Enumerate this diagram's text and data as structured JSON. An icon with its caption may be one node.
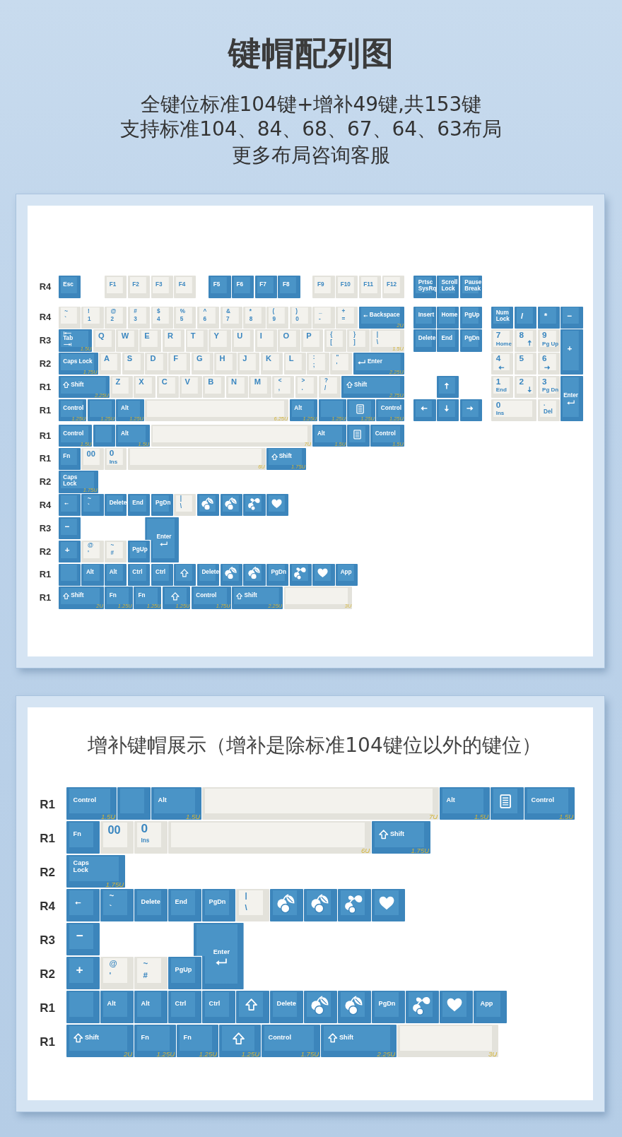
{
  "diagram": {
    "title": "键帽配列图",
    "nodes": [
      {
        "text": [],
        "shape": "box"
      },
      {
        "text": [
          "Esc"
        ],
        "in": 0
      },
      {
        "text": [
          "F1"
        ],
        "in": 0
      },
      {
        "text": [
          "F2"
        ],
        "in": 0
      },
      {
        "text": [
          "F3"
        ],
        "in": 0
      },
      {
        "text": [
          "F4"
        ],
        "in": 0
      },
      {
        "text": [
          "F5"
        ],
        "in": 0
      },
      {
        "text": [
          "F6"
        ],
        "in": 0
      },
      {
        "text": [
          "F7"
        ],
        "in": 0
      },
      {
        "text": [
          "F8"
        ],
        "in": 0
      },
      {
        "text": [
          "F9"
        ],
        "in": 0
      },
      {
        "text": [
          "F10"
        ],
        "in": 0
      },
      {
        "text": [
          "F11"
        ],
        "in": 0
      },
      {
        "text": [
          "F12"
        ],
        "in": 0
      },
      {
        "text": [
          "Prtsc SysRq"
        ],
        "in": 0
      },
      {
        "text": [
          "Scroll Lock"
        ],
        "in": 0
      },
      {
        "text": [
          "Pause Break"
        ],
        "in": 0
      },
      {
        "text": [
          "~",
          "`"
        ],
        "in": 0
      },
      {
        "text": [
          "!",
          "1"
        ],
        "in": 0
      },
      {
        "text": [
          "@",
          "2"
        ],
        "in": 0
      },
      {
        "text": [
          "#",
          "3"
        ],
        "in": 0
      },
      {
        "text": [
          "$",
          "4"
        ],
        "in": 0
      },
      {
        "text": [
          "%",
          "5"
        ],
        "in": 0
      },
      {
        "text": [
          "^",
          "6"
        ],
        "in": 0
      },
      {
        "text": [
          "&",
          "7"
        ],
        "in": 0
      },
      {
        "text": [
          "*",
          "8"
        ],
        "in": 0
      },
      {
        "text": [
          "(",
          "9"
        ],
        "in": 0
      },
      {
        "text": [
          ")",
          "0"
        ],
        "in": 0
      },
      {
        "text": [
          "_",
          "-"
        ],
        "in": 0
      },
      {
        "text": [
          "+",
          "="
        ],
        "in": 0
      },
      {
        "text": [
          "Backspace",
          "2U"
        ],
        "in": 0
      },
      {
        "text": [
          "Insert"
        ],
        "in": 0
      },
      {
        "text": [
          "Home"
        ],
        "in": 0
      },
      {
        "text": [
          "PgUp"
        ],
        "in": 0
      },
      {
        "text": [
          "Num Lock"
        ],
        "in": 0
      },
      {
        "text": [
          "/"
        ],
        "in": 0
      },
      {
        "text": [
          "*"
        ],
        "in": 0
      },
      {
        "text": [
          "−"
        ],
        "in": 0
      },
      {
        "text": [
          "Tab",
          "1.5U"
        ],
        "in": 0
      },
      {
        "text": [
          "Q"
        ],
        "in": 0
      },
      {
        "text": [
          "W"
        ],
        "in": 0
      },
      {
        "text": [
          "E"
        ],
        "in": 0
      },
      {
        "text": [
          "R"
        ],
        "in": 0
      },
      {
        "text": [
          "T"
        ],
        "in": 0
      },
      {
        "text": [
          "Y"
        ],
        "in": 0
      },
      {
        "text": [
          "U"
        ],
        "in": 0
      },
      {
        "text": [
          "I"
        ],
        "in": 0
      },
      {
        "text": [
          "O"
        ],
        "in": 0
      },
      {
        "text": [
          "P"
        ],
        "in": 0
      },
      {
        "text": [
          "{",
          "["
        ],
        "in": 0
      },
      {
        "text": [
          "}",
          "]"
        ],
        "in": 0
      },
      {
        "text": [
          "|",
          "\\",
          "1.5U"
        ],
        "in": 0
      },
      {
        "text": [
          "Delete"
        ],
        "in": 0
      },
      {
        "text": [
          "End"
        ],
        "in": 0
      },
      {
        "text": [
          "PgDn"
        ],
        "in": 0
      },
      {
        "text": [
          "7",
          "Home"
        ],
        "in": 0
      },
      {
        "text": [
          "8"
        ],
        "in": 0
      },
      {
        "text": [
          "9",
          "Pg Up"
        ],
        "in": 0
      },
      {
        "text": [
          "+"
        ],
        "in": 0
      },
      {
        "text": [
          "Caps Lock",
          "1.75U"
        ],
        "in": 0
      },
      {
        "text": [
          "A"
        ],
        "in": 0
      },
      {
        "text": [
          "S"
        ],
        "in": 0
      },
      {
        "text": [
          "D"
        ],
        "in": 0
      },
      {
        "text": [
          "F"
        ],
        "in": 0
      },
      {
        "text": [
          "G"
        ],
        "in": 0
      },
      {
        "text": [
          "H"
        ],
        "in": 0
      },
      {
        "text": [
          "J"
        ],
        "in": 0
      },
      {
        "text": [
          "K"
        ],
        "in": 0
      },
      {
        "text": [
          "L"
        ],
        "in": 0
      },
      {
        "text": [
          ":",
          ";"
        ],
        "in": 0
      },
      {
        "text": [
          "\"",
          "'"
        ],
        "in": 0
      },
      {
        "text": [
          "Enter",
          "2.25U"
        ],
        "in": 0
      },
      {
        "text": [
          "4"
        ],
        "in": 0
      },
      {
        "text": [
          "5"
        ],
        "in": 0
      },
      {
        "text": [
          "6"
        ],
        "in": 0
      },
      {
        "text": [
          "Shift",
          "2.25U"
        ],
        "in": 0
      },
      {
        "text": [
          "Z"
        ],
        "in": 0
      },
      {
        "text": [
          "X"
        ],
        "in": 0
      },
      {
        "text": [
          "C"
        ],
        "in": 0
      },
      {
        "text": [
          "V"
        ],
        "in": 0
      },
      {
        "text": [
          "B"
        ],
        "in": 0
      },
      {
        "text": [
          "N"
        ],
        "in": 0
      },
      {
        "text": [
          "M"
        ],
        "in": 0
      },
      {
        "text": [
          "<",
          ","
        ],
        "in": 0
      },
      {
        "text": [
          ">",
          "."
        ],
        "in": 0
      },
      {
        "text": [
          "?",
          "/"
        ],
        "in": 0
      },
      {
        "text": [
          "Shift",
          "2.75U"
        ],
        "in": 0
      },
      {
        "text": [],
        "shape": "box",
        "in": 0
      },
      {
        "text": [
          "1",
          "End"
        ],
        "in": 0
      },
      {
        "text": [
          "2"
        ],
        "in": 0
      },
      {
        "text": [
          "3",
          "Pg Dn"
        ],
        "in": 0
      },
      {
        "text": [
          "Enter"
        ],
        "in": 0
      },
      {
        "text": [
          "Control",
          "1.25U"
        ],
        "in": 0
      },
      {
        "text": [
          "1.25U"
        ],
        "in": 0
      },
      {
        "text": [
          "Alt",
          "1.25U"
        ],
        "in": 0
      },
      {
        "text": [
          "6.25U"
        ],
        "in": 0
      },
      {
        "text": [
          "Alt",
          "1.25U"
        ],
        "in": 0
      },
      {
        "text": [
          "1.25U"
        ],
        "in": 0
      },
      {
        "text": [
          "1.25U"
        ],
        "in": 0
      },
      {
        "text": [
          "Control",
          "1.25U"
        ],
        "in": 0
      },
      {
        "text": [],
        "shape": "box",
        "in": 0
      },
      {
        "text": [],
        "shape": "box",
        "in": 0
      },
      {
        "text": [],
        "shape": "box",
        "in": 0
      },
      {
        "text": [
          "0",
          "Ins"
        ],
        "in": 0
      },
      {
        "text": [
          ".",
          "Del"
        ],
        "in": 0
      },
      {
        "text": [
          "Control",
          "1.5U"
        ],
        "in": 0
      },
      {
        "text": [],
        "shape": "box",
        "in": 0
      },
      {
        "text": [
          "Alt",
          "1.5U"
        ],
        "in": 0
      },
      {
        "text": [
          "7U"
        ],
        "in": 0
      },
      {
        "text": [
          "Alt",
          "1.5U"
        ],
        "in": 0
      },
      {
        "text": [],
        "shape": "box",
        "in": 0
      },
      {
        "text": [
          "Control",
          "1.5U"
        ],
        "in": 0
      },
      {
        "text": [
          "Fn"
        ],
        "in": 0
      },
      {
        "text": [
          "00"
        ],
        "in": 0
      },
      {
        "text": [
          "0",
          "Ins"
        ],
        "in": 0
      },
      {
        "text": [
          "6U"
        ],
        "in": 0
      },
      {
        "text": [
          "Shift",
          "1.75U"
        ],
        "in": 0
      },
      {
        "text": [
          "Caps Lock",
          "1.75U"
        ],
        "in": 0
      },
      {
        "text": [],
        "shape": "box",
        "in": 0
      },
      {
        "text": [
          "~",
          "`"
        ],
        "in": 0
      },
      {
        "text": [
          "Delete"
        ],
        "in": 0
      },
      {
        "text": [
          "End"
        ],
        "in": 0
      },
      {
        "text": [
          "PgDn"
        ],
        "in": 0
      },
      {
        "text": [
          "|",
          "\\"
        ],
        "in": 0
      },
      {
        "text": [],
        "shape": "box",
        "in": 0
      },
      {
        "text": [],
        "shape": "box",
        "in": 0
      },
      {
        "text": [],
        "shape": "box",
        "in": 0
      },
      {
        "text": [],
        "shape": "box",
        "in": 0
      },
      {
        "text": [
          "−"
        ],
        "in": 0
      },
      {
        "text": [
          "Enter"
        ],
        "in": 0
      },
      {
        "text": [
          "+"
        ],
        "in": 0
      },
      {
        "text": [
          "@",
          "'"
        ],
        "in": 0
      },
      {
        "text": [
          "~",
          "#"
        ],
        "in": 0
      },
      {
        "text": [
          "PgUp"
        ],
        "in": 0
      },
      {
        "text": [],
        "shape": "box",
        "in": 0
      },
      {
        "text": [
          "Alt"
        ],
        "in": 0
      },
      {
        "text": [
          "Alt"
        ],
        "in": 0
      },
      {
        "text": [
          "Ctrl"
        ],
        "in": 0
      },
      {
        "text": [
          "Ctrl"
        ],
        "in": 0
      },
      {
        "text": [],
        "shape": "box",
        "in": 0
      },
      {
        "text": [
          "Delete"
        ],
        "in": 0
      },
      {
        "text": [],
        "shape": "box",
        "in": 0
      },
      {
        "text": [],
        "shape": "box",
        "in": 0
      },
      {
        "text": [
          "PgDn"
        ],
        "in": 0
      },
      {
        "text": [],
        "shape": "box",
        "in": 0
      },
      {
        "text": [],
        "shape": "box",
        "in": 0
      },
      {
        "text": [
          "App"
        ],
        "in": 0
      },
      {
        "text": [
          "Shift",
          "2U"
        ],
        "in": 0
      },
      {
        "text": [
          "Fn",
          "1.25U"
        ],
        "in": 0
      },
      {
        "text": [
          "Fn",
          "1.25U"
        ],
        "in": 0
      },
      {
        "text": [
          "1.25U"
        ],
        "in": 0
      },
      {
        "text": [
          "Control",
          "1.75U"
        ],
        "in": 0
      },
      {
        "text": [
          "Shift",
          "2.25U"
        ],
        "in": 0
      },
      {
        "text": [
          "3U"
        ],
        "in": 0
      },
      {
        "text": [
          "增补键帽展示（增补是除标准104键位以外的键位）"
        ]
      },
      {
        "text": [
          "Control",
          "1.5U"
        ],
        "in": 154
      },
      {
        "text": [],
        "shape": "box",
        "in": 154
      },
      {
        "text": [
          "Alt",
          "1.5U"
        ],
        "in": 154
      },
      {
        "text": [
          "7U"
        ],
        "in": 154
      },
      {
        "text": [
          "Alt",
          "1.5U"
        ],
        "in": 154
      },
      {
        "text": [],
        "shape": "box",
        "in": 154
      },
      {
        "text": [
          "Control",
          "1.5U"
        ],
        "in": 154
      },
      {
        "text": [
          "Fn"
        ],
        "in": 154
      },
      {
        "text": [
          "00"
        ],
        "in": 154
      },
      {
        "text": [
          "0",
          "Ins"
        ],
        "in": 154
      },
      {
        "text": [
          "6U"
        ],
        "in": 154
      },
      {
        "text": [
          "Shift",
          "1.75U"
        ],
        "in": 154
      },
      {
        "text": [
          "Caps Lock",
          "1.75U"
        ],
        "in": 154
      },
      {
        "text": [],
        "shape": "box",
        "in": 154
      },
      {
        "text": [
          "~",
          "`"
        ],
        "in": 154
      },
      {
        "text": [
          "Delete"
        ],
        "in": 154
      },
      {
        "text": [
          "End"
        ],
        "in": 154
      },
      {
        "text": [
          "PgDn"
        ],
        "in": 154
      },
      {
        "text": [
          "|",
          "\\"
        ],
        "in": 154
      },
      {
        "text": [],
        "shape": "box",
        "in": 154
      },
      {
        "text": [],
        "shape": "box",
        "in": 154
      },
      {
        "text": [],
        "shape": "box",
        "in": 154
      },
      {
        "text": [],
        "shape": "box",
        "in": 154
      },
      {
        "text": [
          "−"
        ],
        "in": 154
      },
      {
        "text": [
          "Enter"
        ],
        "in": 154
      },
      {
        "text": [
          "+"
        ],
        "in": 154
      },
      {
        "text": [
          "@",
          "'"
        ],
        "in": 154
      },
      {
        "text": [
          "~",
          "#"
        ],
        "in": 154
      },
      {
        "text": [
          "PgUp"
        ],
        "in": 154
      },
      {
        "text": [],
        "shape": "box",
        "in": 154
      },
      {
        "text": [
          "Alt"
        ],
        "in": 154
      },
      {
        "text": [
          "Alt"
        ],
        "in": 154
      },
      {
        "text": [
          "Ctrl"
        ],
        "in": 154
      },
      {
        "text": [
          "Ctrl"
        ],
        "in": 154
      },
      {
        "text": [],
        "shape": "box",
        "in": 154
      },
      {
        "text": [
          "Delete"
        ],
        "in": 154
      },
      {
        "text": [],
        "shape": "box",
        "in": 154
      },
      {
        "text": [],
        "shape": "box",
        "in": 154
      },
      {
        "text": [
          "PgDn"
        ],
        "in": 154
      },
      {
        "text": [],
        "shape": "box",
        "in": 154
      },
      {
        "text": [],
        "shape": "box",
        "in": 154
      },
      {
        "text": [
          "App"
        ],
        "in": 154
      },
      {
        "text": [
          "Shift",
          "2U"
        ],
        "in": 154
      },
      {
        "text": [
          "Fn",
          "1.25U"
        ],
        "in": 154
      },
      {
        "text": [
          "Fn",
          "1.25U"
        ],
        "in": 154
      },
      {
        "text": [
          "1.25U"
        ],
        "in": 154
      },
      {
        "text": [
          "Control",
          "1.75U"
        ],
        "in": 154
      },
      {
        "text": [
          "Shift",
          "2.25U"
        ],
        "in": 154
      },
      {
        "text": [
          "3U"
        ],
        "in": 154
      }
    ],
    "labels": [
      "全键位标准104键+增补49键,共153键",
      "支持标准104、84、68、67、64、63布局",
      "更多布局咨询客服",
      "R4",
      "R4",
      "R3",
      "R2",
      "R1",
      "R1",
      "R1",
      "R1",
      "R2",
      "R4",
      "R3",
      "R2",
      "R1",
      "R1",
      "R1",
      "R1",
      "R2",
      "R4",
      "R3",
      "R2",
      "R1",
      "R1"
    ]
  }
}
